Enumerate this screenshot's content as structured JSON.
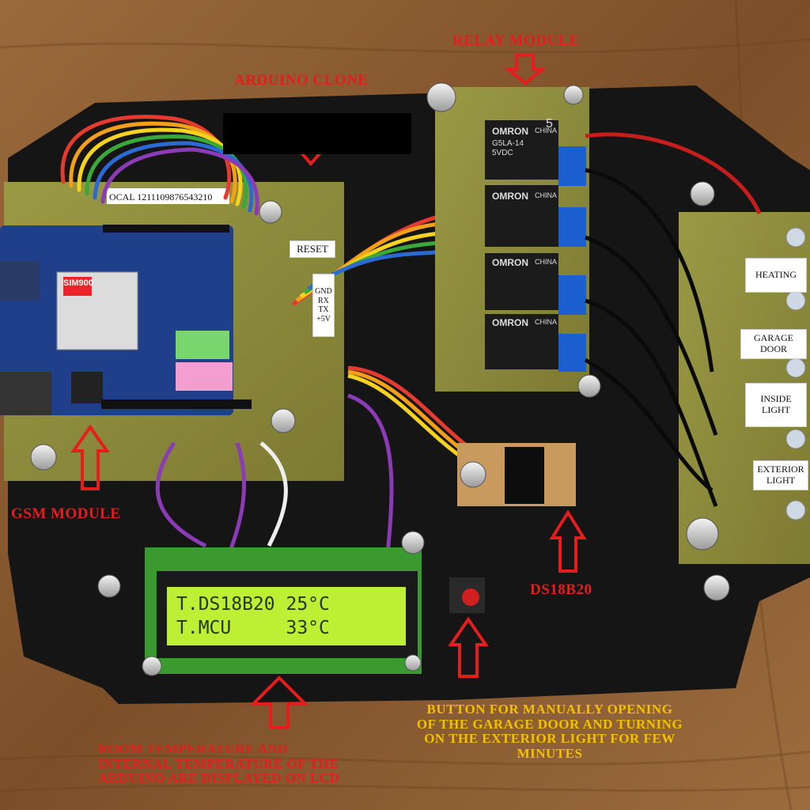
{
  "labels": {
    "relay_module": "RELAY MODULE",
    "arduino_clone": "ARDUINO CLONE",
    "gsm_module": "GSM MODULE",
    "ds18b20": "DS18B20",
    "button_line1": "BUTTON FOR MANUALLY OPENING",
    "button_line2": "OF THE GARAGE DOOR AND TURNING",
    "button_line3": "ON THE EXTERIOR LIGHT FOR FEW",
    "button_line4": "MINUTES",
    "room_line1": "ROOM TEMPERATURE AND",
    "room_line2": "INTERNAL TEMPERATURE OF THE",
    "room_line3": "ARDUINO ARE DISPLAYED ON LCD"
  },
  "board_tags": {
    "reset": "RESET",
    "header_pins": "GND RX TX +5V",
    "heating": "HEATING",
    "garage_door_1": "GARAGE",
    "garage_door_2": "DOOR",
    "inside_light_1": "INSIDE",
    "inside_light_2": "LIGHT",
    "exterior_light_1": "EXTERIOR",
    "exterior_light_2": "LIGHT"
  },
  "chips": {
    "sim_module": "SIM900",
    "relay_brand": "OMRON",
    "relay_origin": "CHINA",
    "relay_model": "G5LA-14",
    "relay_voltage": "5VDC",
    "relay_number": "5"
  },
  "lcd": {
    "line1": "T.DS18B20 25°C",
    "line2": "T.MCU     33°C"
  },
  "colors": {
    "label_red": "#e51d1d",
    "label_yellow": "#f2c200",
    "lcd_green": "#bdf034",
    "pcb_olive": "#8c8a3a",
    "shield_blue": "#1f3f8a",
    "relay_black": "#1b1b1b",
    "terminal_blue": "#1c5fd1"
  }
}
